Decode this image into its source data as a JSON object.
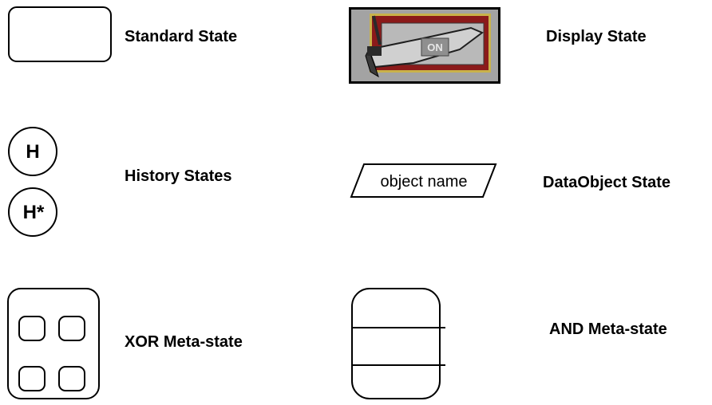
{
  "labels": {
    "standard_state": "Standard State",
    "display_state": "Display State",
    "history_states": "History States",
    "dataobject_state": "DataObject State",
    "xor_meta_state": "XOR Meta-state",
    "and_meta_state": "AND Meta-state"
  },
  "symbols": {
    "history_shallow": "H",
    "history_deep": "H*",
    "data_object_name": "object name",
    "switch_text": "ON"
  },
  "colors": {
    "stroke": "#000000",
    "switch_plate": "#a3a3a3",
    "switch_frame_outer": "#c9b24a",
    "switch_frame_red": "#8b1a1a",
    "switch_body": "#b8b8b8"
  }
}
